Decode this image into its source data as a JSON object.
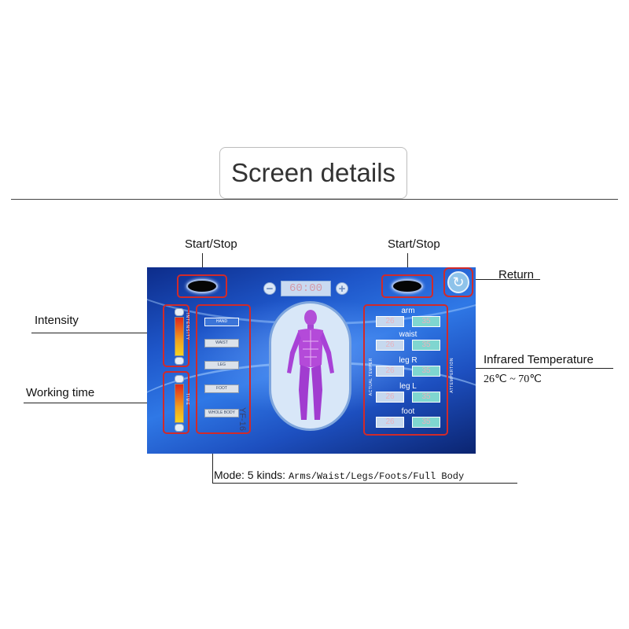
{
  "heading": "Screen details",
  "callouts": {
    "start_stop_left": "Start/Stop",
    "start_stop_right": "Start/Stop",
    "return": "Return",
    "intensity": "Intensity",
    "working_time": "Working time",
    "infrared_temperature": "Infrared Temperature",
    "temperature_range": "26℃  ~ 70℃",
    "mode_prefix": "Mode: 5 kinds: ",
    "mode_list": "Arms/Waist/Legs/Foots/Full Body"
  },
  "screen": {
    "timer": "60:00",
    "minus_label": "−",
    "plus_label": "+",
    "return_icon": "↻",
    "intensity_label": "INTENSITY",
    "time_label": "TIME",
    "modes": [
      {
        "label": "HAND",
        "active": true
      },
      {
        "label": "WAIST",
        "active": false
      },
      {
        "label": "LEG",
        "active": false
      },
      {
        "label": "FOOT",
        "active": false
      },
      {
        "label": "WHOLE BODY",
        "active": false
      }
    ],
    "model_watermark": "YF-16",
    "zones": [
      {
        "label": "arm",
        "actual": "26",
        "set": "35"
      },
      {
        "label": "waist",
        "actual": "26",
        "set": "35"
      },
      {
        "label": "leg R",
        "actual": "26",
        "set": "35"
      },
      {
        "label": "leg L",
        "actual": "26",
        "set": "35"
      },
      {
        "label": "foot",
        "actual": "26",
        "set": "35"
      }
    ],
    "actual_temp_label": "ACTUAL TEMPER",
    "set_temp_label": "ATTEMPERTION",
    "colors": {
      "highlight_frame": "#d12a2a",
      "active_mode": "#3b74d8"
    }
  }
}
